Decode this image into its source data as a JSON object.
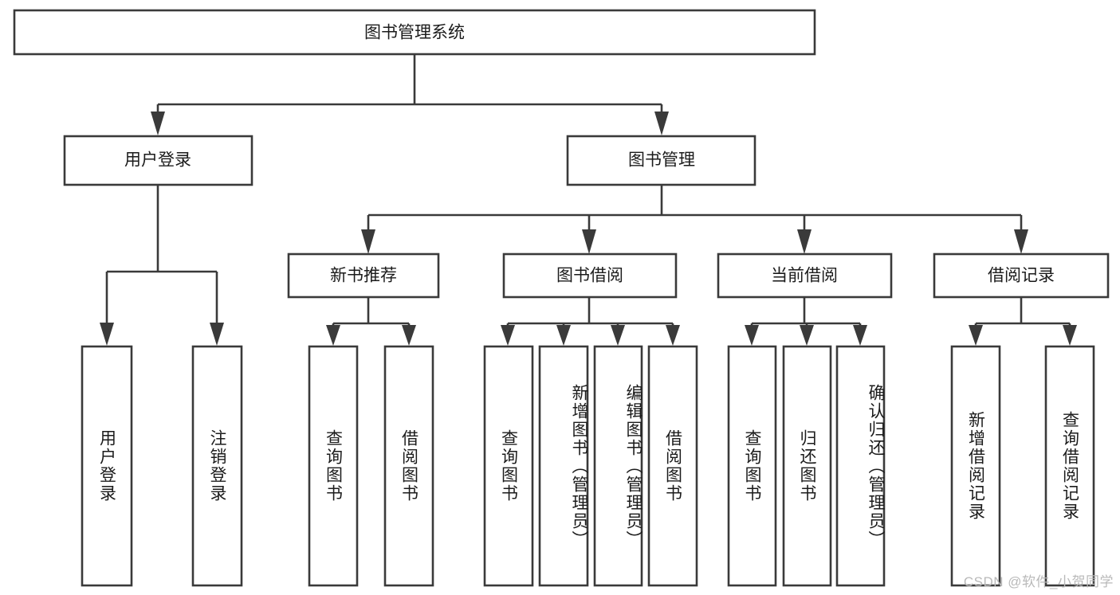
{
  "diagram": {
    "title": "图书管理系统",
    "type": "tree",
    "watermark": "CSDN @软件_小贺同学",
    "colors": {
      "box_stroke": "#3a3a3a",
      "box_fill": "#ffffff",
      "text": "#1b1b1b",
      "background": "#ffffff",
      "watermark": "#b9b9b9"
    },
    "levels": {
      "root": {
        "label": "图书管理系统"
      },
      "level2": [
        {
          "label": "用户登录"
        },
        {
          "label": "图书管理"
        }
      ],
      "level3": [
        {
          "label": "新书推荐"
        },
        {
          "label": "图书借阅"
        },
        {
          "label": "当前借阅"
        },
        {
          "label": "借阅记录"
        }
      ],
      "leaves": [
        {
          "label": "用户登录",
          "parent": "用户登录"
        },
        {
          "label": "注销登录",
          "parent": "用户登录"
        },
        {
          "label": "查询图书",
          "parent": "新书推荐"
        },
        {
          "label": "借阅图书",
          "parent": "新书推荐"
        },
        {
          "label": "查询图书",
          "parent": "图书借阅"
        },
        {
          "label": "新增图书（管理员）",
          "parent": "图书借阅"
        },
        {
          "label": "编辑图书（管理员）",
          "parent": "图书借阅"
        },
        {
          "label": "借阅图书",
          "parent": "图书借阅"
        },
        {
          "label": "查询图书",
          "parent": "当前借阅"
        },
        {
          "label": "归还图书",
          "parent": "当前借阅"
        },
        {
          "label": "确认归还（管理员）",
          "parent": "当前借阅"
        },
        {
          "label": "新增借阅记录",
          "parent": "借阅记录"
        },
        {
          "label": "查询借阅记录",
          "parent": "借阅记录"
        }
      ]
    }
  }
}
